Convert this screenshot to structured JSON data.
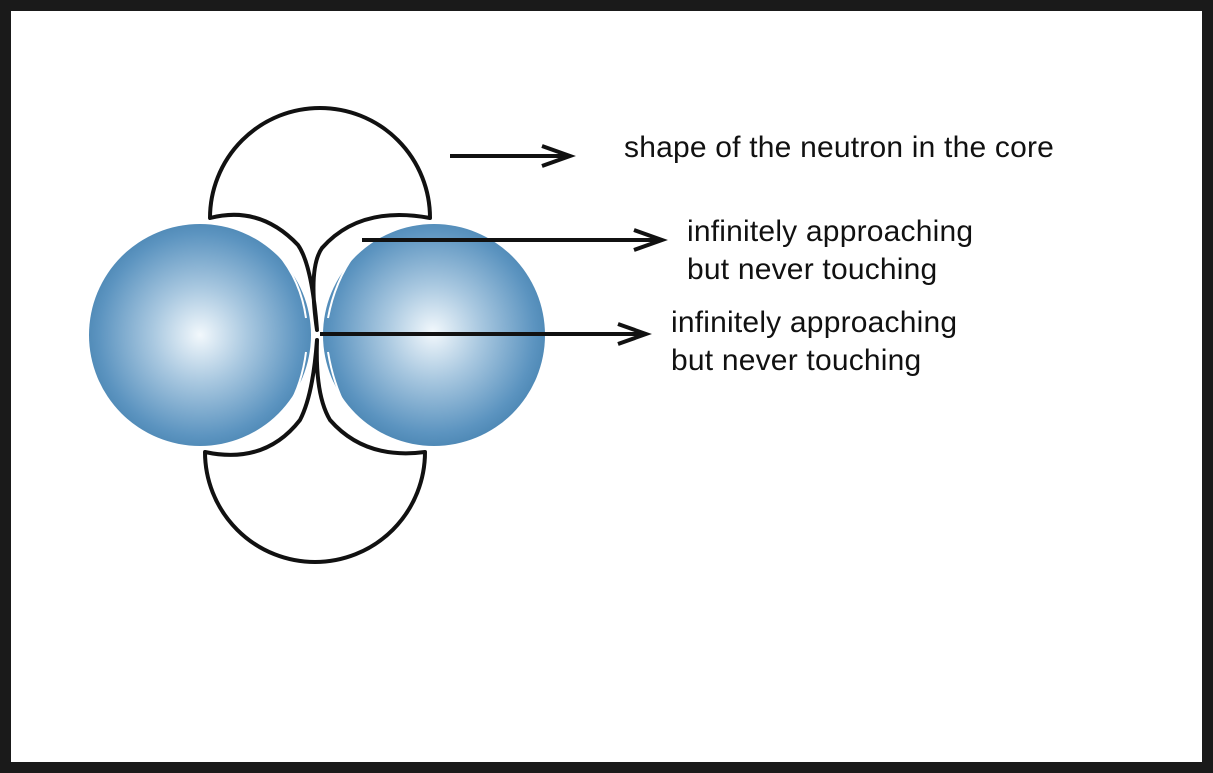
{
  "labels": {
    "neutron_shape": "shape of the neutron in the core",
    "upper_contact_line1": "infinitely approaching",
    "upper_contact_line2": "but never touching",
    "center_contact_line1": "infinitely approaching",
    "center_contact_line2": "but never touching"
  },
  "colors": {
    "sphere_center": "#eef6fb",
    "sphere_mid": "#8fb6d4",
    "sphere_edge": "#3a7aa8",
    "outline": "#111111",
    "frame": "#1a1a1a"
  }
}
